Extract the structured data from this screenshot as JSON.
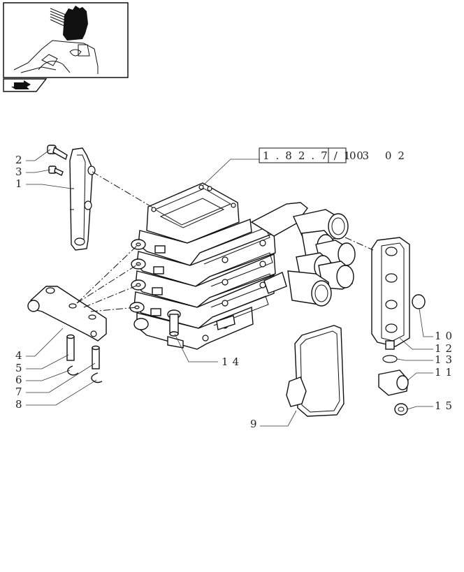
{
  "reference": {
    "code": "1.82.7/10",
    "suffix": "03 02"
  },
  "callouts": [
    {
      "id": "2",
      "text": "2"
    },
    {
      "id": "3",
      "text": "3"
    },
    {
      "id": "1",
      "text": "1"
    },
    {
      "id": "4",
      "text": "4"
    },
    {
      "id": "5",
      "text": "5"
    },
    {
      "id": "6",
      "text": "6"
    },
    {
      "id": "7",
      "text": "7"
    },
    {
      "id": "8",
      "text": "8"
    },
    {
      "id": "14",
      "text": "14"
    },
    {
      "id": "9",
      "text": "9"
    },
    {
      "id": "10",
      "text": "10"
    },
    {
      "id": "12",
      "text": "12"
    },
    {
      "id": "13",
      "text": "13"
    },
    {
      "id": "11",
      "text": "11"
    },
    {
      "id": "15",
      "text": "15"
    }
  ],
  "icons": {
    "thumbnail": "tractor-location-thumbnail",
    "nav": "arrow-next-icon"
  }
}
